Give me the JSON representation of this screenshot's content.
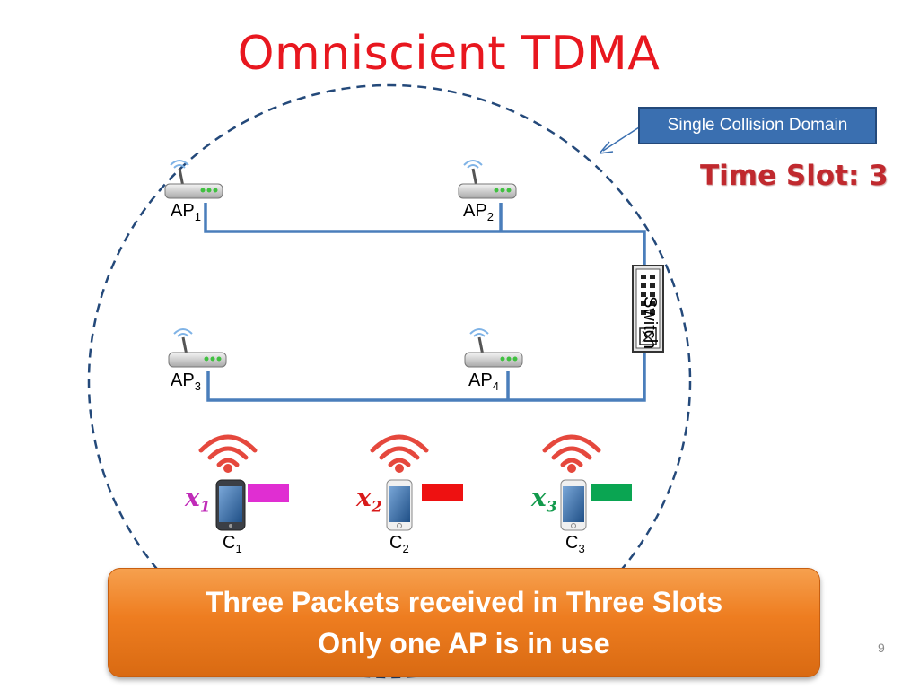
{
  "title": "Omniscient TDMA",
  "domain_label": "Single Collision Domain",
  "time_slot": "Time Slot: 3",
  "switch_label": "Switch",
  "access_points": [
    {
      "name": "AP",
      "sub": "1"
    },
    {
      "name": "AP",
      "sub": "2"
    },
    {
      "name": "AP",
      "sub": "3"
    },
    {
      "name": "AP",
      "sub": "4"
    }
  ],
  "clients": [
    {
      "name": "C",
      "sub": "1",
      "packet": "x",
      "packet_sub": "1",
      "packet_color": "#e02ed2"
    },
    {
      "name": "C",
      "sub": "2",
      "packet": "x",
      "packet_sub": "2",
      "packet_color": "#ee1111"
    },
    {
      "name": "C",
      "sub": "3",
      "packet": "x",
      "packet_sub": "3",
      "packet_color": "#0aa552"
    }
  ],
  "banner": {
    "line1": "Three Packets received in Three Slots",
    "line2": "Only one AP is in use"
  },
  "page_number": "9",
  "colors": {
    "title": "#e8171f",
    "wire": "#4a7ebb",
    "domain_circle": "#24497a",
    "time_slot": "#c0292e",
    "banner": "#ee7d20",
    "signal": "#e5483d"
  }
}
